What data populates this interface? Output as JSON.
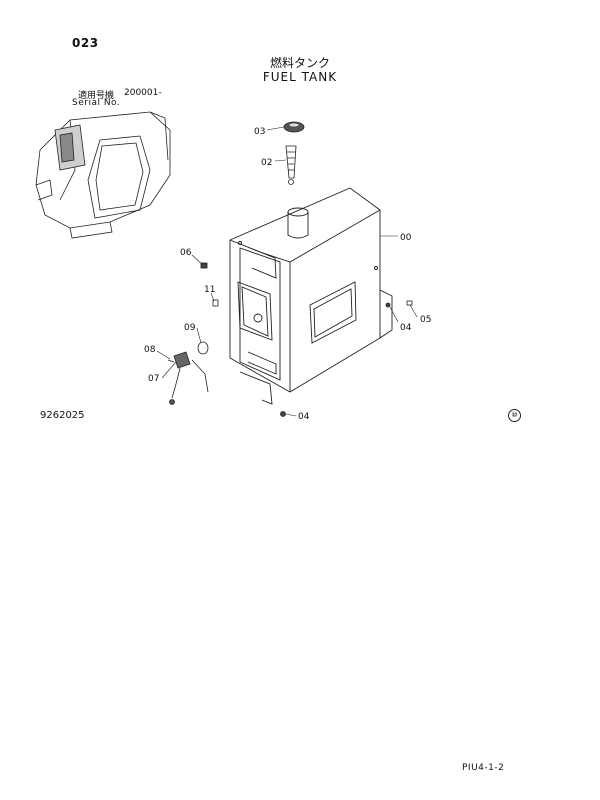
{
  "header": {
    "page_number": "023",
    "title_jp": "燃料タンク",
    "title_en": "FUEL TANK",
    "serial_label_jp": "適用号機",
    "serial_value": "200001-",
    "serial_label_en": "Serial No."
  },
  "callouts": {
    "c00": "00",
    "c02": "02",
    "c03": "03",
    "c04a": "04",
    "c04b": "04",
    "c05": "05",
    "c06": "06",
    "c07": "07",
    "c08": "08",
    "c09": "09",
    "c11": "11"
  },
  "footer": {
    "figure_code": "9262025",
    "revision_mark": "⑩",
    "page_code": "PIU4-1-2"
  }
}
